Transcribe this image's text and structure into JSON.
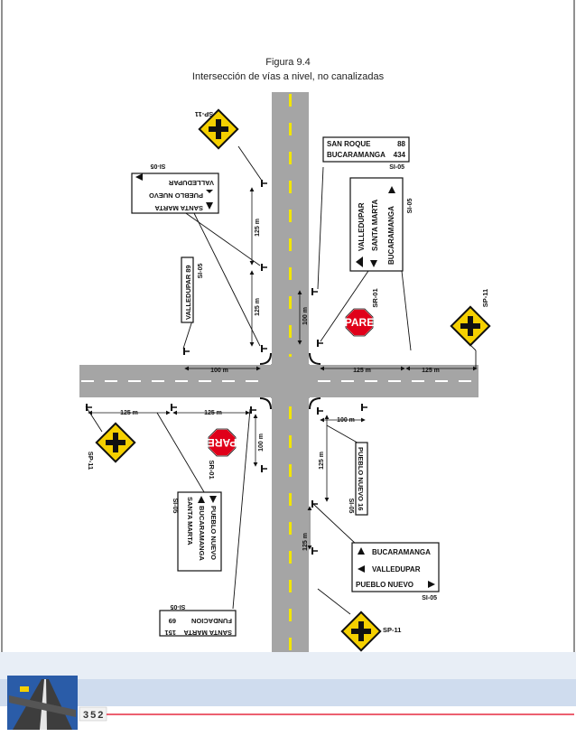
{
  "figure": {
    "number": "Figura 9.4",
    "title": "Intersección de vías a nivel, no canalizadas"
  },
  "page": {
    "number": "352"
  },
  "codes": {
    "sp11": "SP-11",
    "si05": "SI-05",
    "sr01": "SR-01",
    "pare": "PARE"
  },
  "distances": {
    "d100": "100 m",
    "d125": "125 m"
  },
  "signs": {
    "top_right_distance": {
      "line1_name": "SAN ROQUE",
      "line1_km": "88",
      "line2_name": "BUCARAMANGA",
      "line2_km": "434"
    },
    "right_direction": {
      "d1": "VALLEDUPAR",
      "d2": "SANTA MARTA",
      "d3": "BUCARAMANGA"
    },
    "top_left_direction": {
      "d1": "VALLEDUPAR",
      "d2": "PUEBLO NUEVO",
      "d3": "SANTA MARTA"
    },
    "left_distance": {
      "text": "VALLEDUPAR 89"
    },
    "bottom_left_direction": {
      "d1": "PUEBLO NUEVO",
      "d2": "BUCARAMANGA",
      "d3": "SANTA MARTA"
    },
    "bottom_left_distance": {
      "line1_name": "FUNDACION",
      "line1_km": "69",
      "line2_name": "SANTA MARTA",
      "line2_km": "151"
    },
    "bottom_right_distance": {
      "text": "PUEBLO NUEVO 16"
    },
    "bottom_right_direction": {
      "d1": "BUCARAMANGA",
      "d2": "VALLEDUPAR",
      "d3": "PUEBLO NUEVO"
    }
  },
  "colors": {
    "road": "#a5a5a5",
    "center_line": "#f2e600",
    "sign_yellow": "#f5d000",
    "stop_red": "#e0001a",
    "accent_blue": "#1f4e9c"
  }
}
